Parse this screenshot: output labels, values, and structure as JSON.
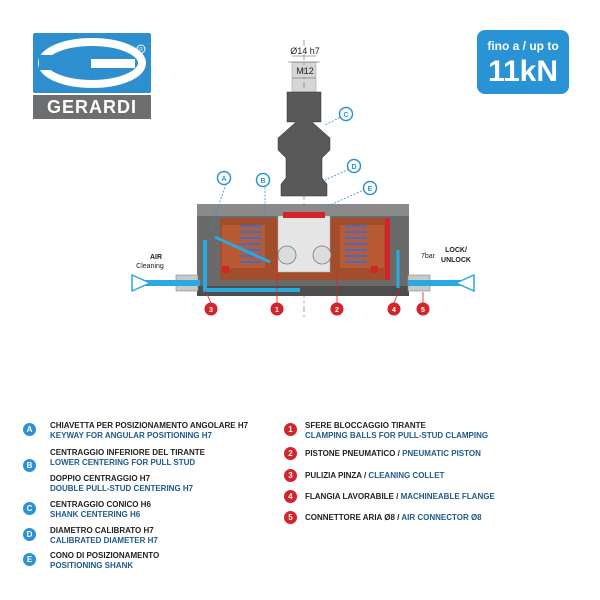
{
  "brand": {
    "name": "GERARDI",
    "primary_color": "#2e8fcf",
    "secondary_color": "#6d6e70"
  },
  "badge": {
    "subtitle": "fino a / up to",
    "value": "11kN",
    "color": "#2a93d5"
  },
  "dimensions": {
    "diameter": "Ø14 h7",
    "thread": "M12"
  },
  "side_labels": {
    "left_line1": "AIR",
    "left_line2": "Cleaning",
    "right_pressure": "7bar",
    "right_line1": "LOCK/",
    "right_line2": "UNLOCK"
  },
  "callouts": {
    "A": "A",
    "B": "B",
    "C": "C",
    "D": "D",
    "E": "E",
    "n1": "1",
    "n2": "2",
    "n3": "3",
    "n4": "4",
    "n5": "5"
  },
  "legend_left": [
    {
      "key": "A",
      "it": "CHIAVETTA PER POSIZIONAMENTO ANGOLARE H7",
      "en": "KEYWAY FOR ANGULAR POSITIONING H7"
    },
    {
      "key": "B",
      "it": "CENTRAGGIO INFERIORE DEL TIRANTE",
      "en": "LOWER CENTERING FOR PULL STUD",
      "it2": "DOPPIO CENTRAGGIO H7",
      "en2": "DOUBLE PULL-STUD CENTERING H7"
    },
    {
      "key": "C",
      "it": "CENTRAGGIO CONICO H6",
      "en": "SHANK CENTERING H6"
    },
    {
      "key": "D",
      "it": "DIAMETRO CALIBRATO H7",
      "en": "CALIBRATED DIAMETER H7"
    },
    {
      "key": "E",
      "it": "CONO DI POSIZIONAMENTO",
      "en": "POSITIONING SHANK"
    }
  ],
  "legend_right": [
    {
      "key": "1",
      "it": "SFERE BLOCCAGGIO TIRANTE",
      "en": "CLAMPING BALLS FOR PULL-STUD CLAMPING"
    },
    {
      "key": "2",
      "it": "PISTONE PNEUMATICO /",
      "en": "PNEUMATIC PISTON"
    },
    {
      "key": "3",
      "it": "PULIZIA PINZA /",
      "en": "CLEANING COLLET"
    },
    {
      "key": "4",
      "it": "FLANGIA LAVORABILE /",
      "en": "MACHINEABLE FLANGE"
    },
    {
      "key": "5",
      "it": "CONNETTORE ARIA Ø8 /",
      "en": "AIR CONNECTOR Ø8"
    }
  ]
}
